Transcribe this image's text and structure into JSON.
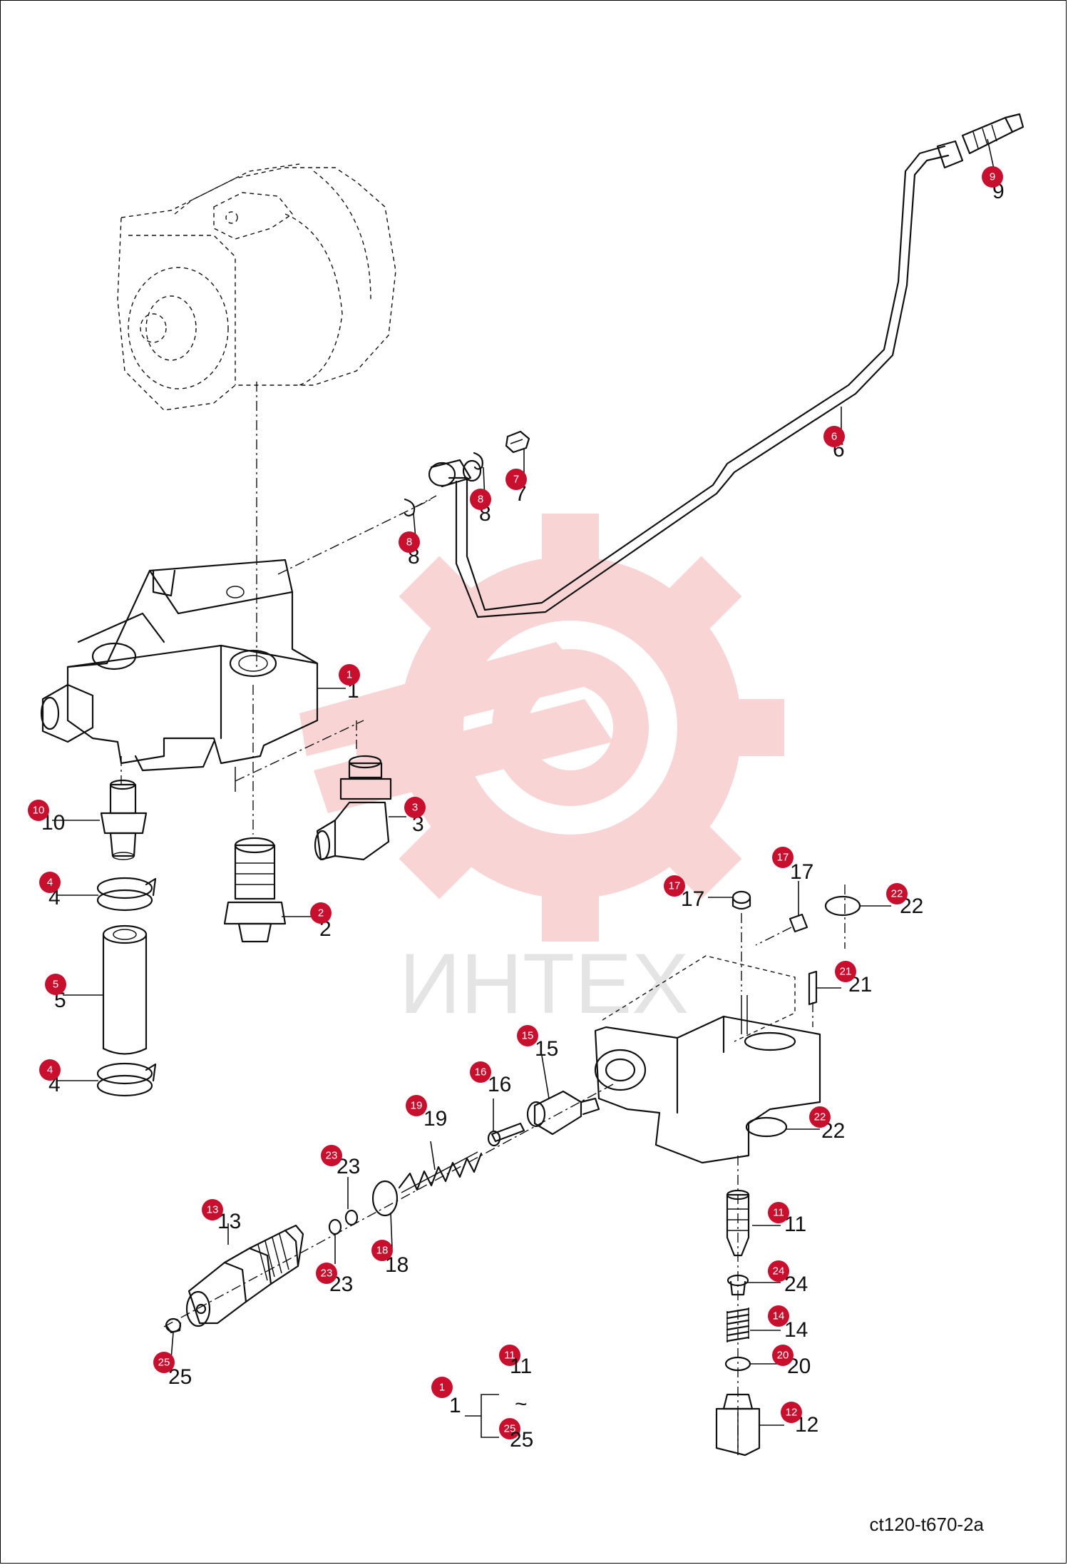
{
  "diagram": {
    "drawing_code": "ct120-t670-2a",
    "watermark_text": "ИНТЕХ",
    "badge_color": "#c8102e",
    "watermark_color": "#f6c8c8"
  },
  "callouts": [
    {
      "id": "c1",
      "badge": "1",
      "ref": "1"
    },
    {
      "id": "c2",
      "badge": "2",
      "ref": "2"
    },
    {
      "id": "c3",
      "badge": "3",
      "ref": "3"
    },
    {
      "id": "c4a",
      "badge": "4",
      "ref": "4"
    },
    {
      "id": "c4b",
      "badge": "4",
      "ref": "4"
    },
    {
      "id": "c5",
      "badge": "5",
      "ref": "5"
    },
    {
      "id": "c6",
      "badge": "6",
      "ref": "6"
    },
    {
      "id": "c7",
      "badge": "7",
      "ref": "7"
    },
    {
      "id": "c8a",
      "badge": "8",
      "ref": "8"
    },
    {
      "id": "c8b",
      "badge": "8",
      "ref": "8"
    },
    {
      "id": "c9",
      "badge": "9",
      "ref": "9"
    },
    {
      "id": "c10",
      "badge": "10",
      "ref": "10"
    },
    {
      "id": "c11",
      "badge": "11",
      "ref": "11"
    },
    {
      "id": "c12",
      "badge": "12",
      "ref": "12"
    },
    {
      "id": "c13",
      "badge": "13",
      "ref": "13"
    },
    {
      "id": "c14",
      "badge": "14",
      "ref": "14"
    },
    {
      "id": "c15",
      "badge": "15",
      "ref": "15"
    },
    {
      "id": "c16",
      "badge": "16",
      "ref": "16"
    },
    {
      "id": "c17a",
      "badge": "17",
      "ref": "17"
    },
    {
      "id": "c17b",
      "badge": "17",
      "ref": "17"
    },
    {
      "id": "c18",
      "badge": "18",
      "ref": "18"
    },
    {
      "id": "c19",
      "badge": "19",
      "ref": "19"
    },
    {
      "id": "c20",
      "badge": "20",
      "ref": "20"
    },
    {
      "id": "c21",
      "badge": "21",
      "ref": "21"
    },
    {
      "id": "c22a",
      "badge": "22",
      "ref": "22"
    },
    {
      "id": "c22b",
      "badge": "22",
      "ref": "22"
    },
    {
      "id": "c23a",
      "badge": "23",
      "ref": "23"
    },
    {
      "id": "c23b",
      "badge": "23",
      "ref": "23"
    },
    {
      "id": "c24",
      "badge": "24",
      "ref": "24"
    },
    {
      "id": "c25",
      "badge": "25",
      "ref": "25"
    }
  ],
  "assembly_note": {
    "parent": {
      "badge": "1",
      "ref": "1"
    },
    "from": {
      "badge": "11",
      "ref": "11"
    },
    "range_mark": "~",
    "to": {
      "badge": "25",
      "ref": "25"
    }
  }
}
